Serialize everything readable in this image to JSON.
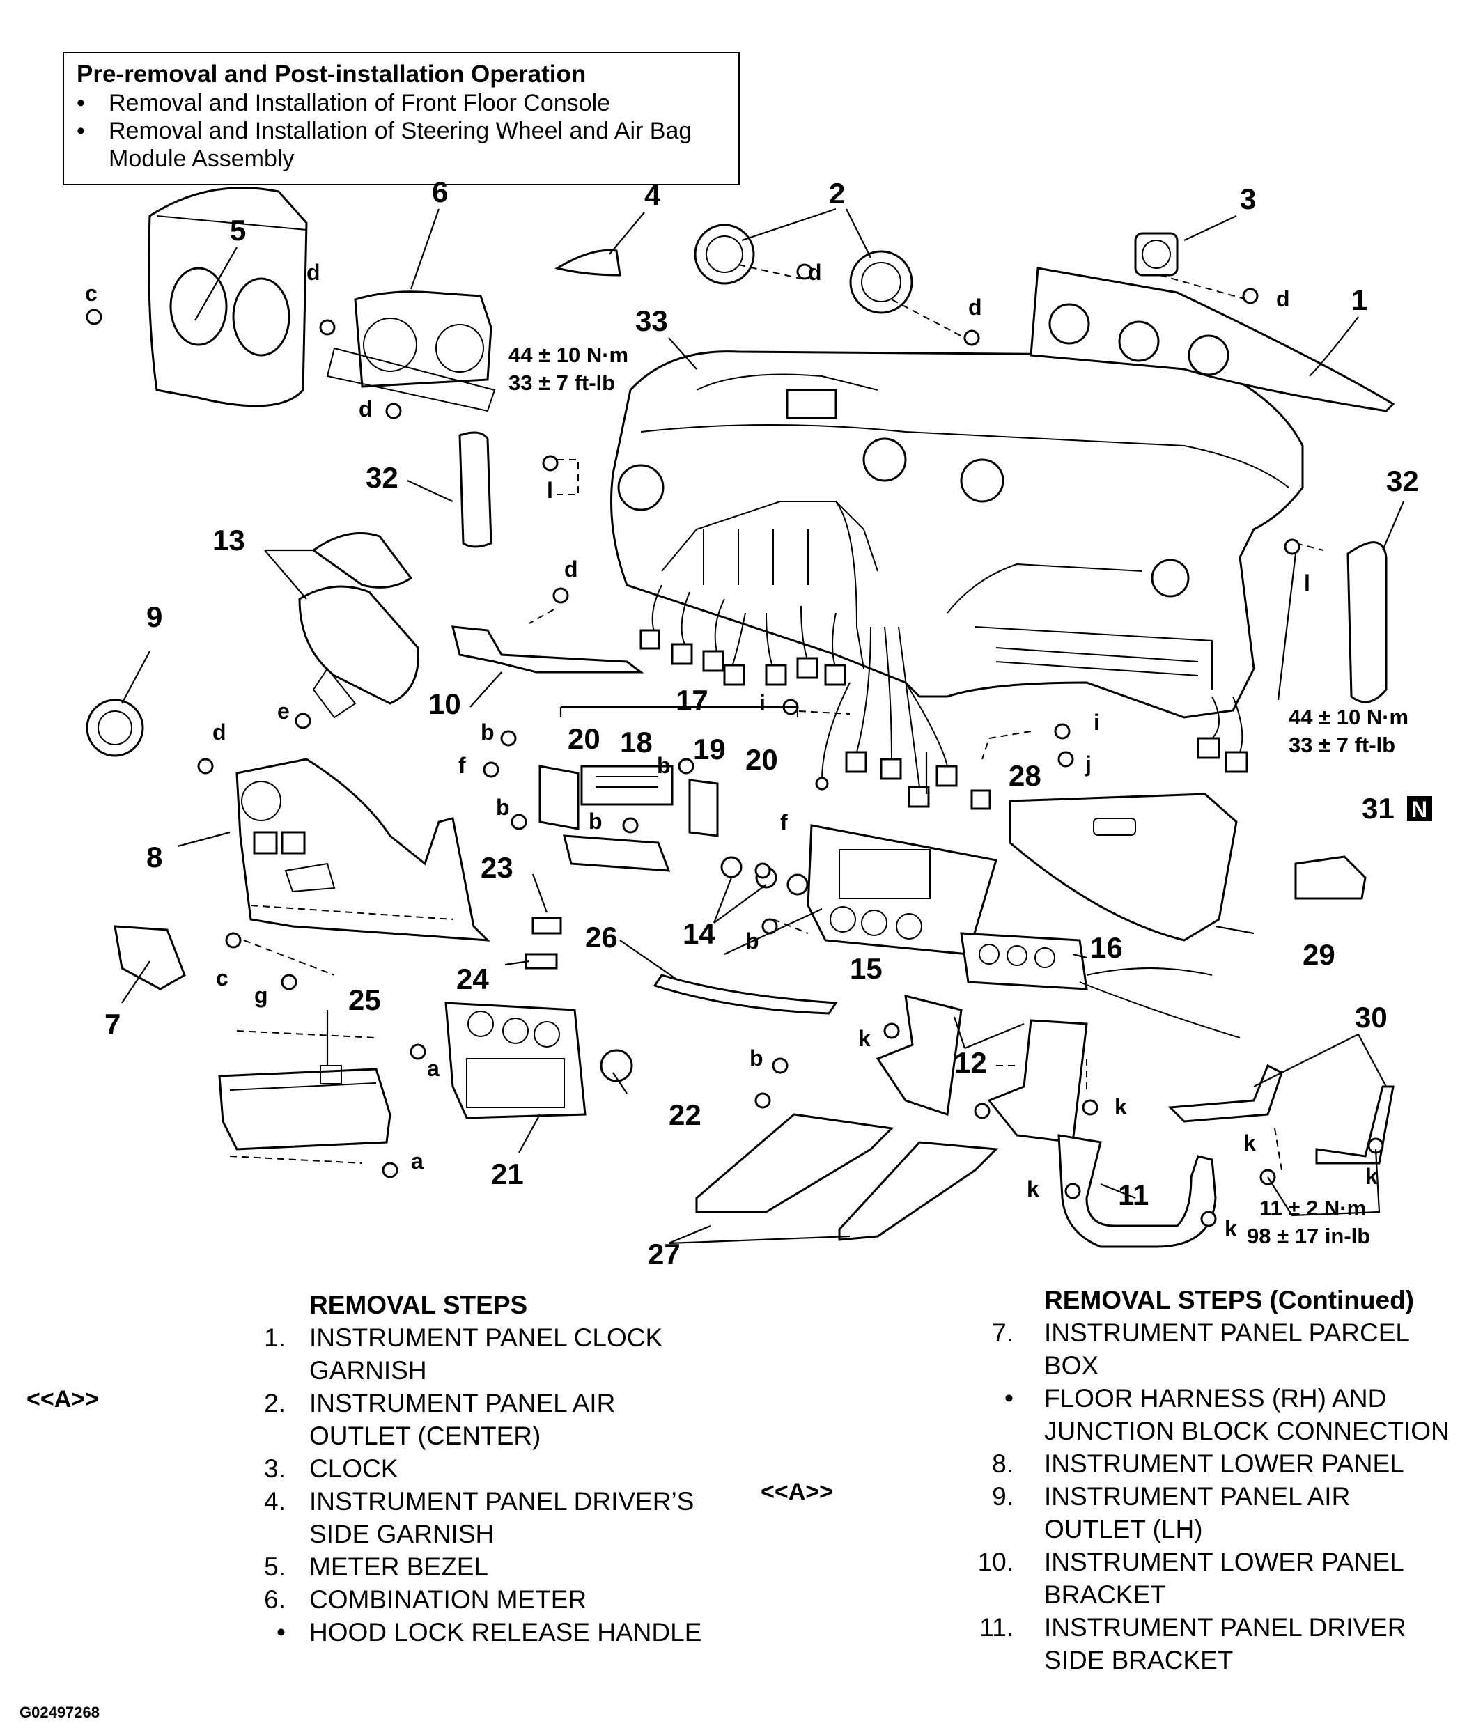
{
  "pre_op": {
    "title": "Pre-removal and Post-installation Operation",
    "items": [
      "Removal and Installation of Front Floor Console",
      "Removal and Installation of Steering Wheel and Air Bag",
      "Module Assembly"
    ]
  },
  "callouts": {
    "c1": "1",
    "c2": "2",
    "c3": "3",
    "c4": "4",
    "c5": "5",
    "c6": "6",
    "c7": "7",
    "c8": "8",
    "c9": "9",
    "c10": "10",
    "c11": "11",
    "c12": "12",
    "c13": "13",
    "c14": "14",
    "c15": "15",
    "c16": "16",
    "c17": "17",
    "c18": "18",
    "c19": "19",
    "c20a": "20",
    "c20b": "20",
    "c21": "21",
    "c22": "22",
    "c23": "23",
    "c24": "24",
    "c25": "25",
    "c26": "26",
    "c27": "27",
    "c28": "28",
    "c29": "29",
    "c30": "30",
    "c31": "31",
    "c32a": "32",
    "c32b": "32",
    "c33": "33"
  },
  "letters": {
    "a": "a",
    "b": "b",
    "c": "c",
    "d": "d",
    "e": "e",
    "f": "f",
    "g": "g",
    "i": "i",
    "j": "j",
    "k": "k",
    "l": "l",
    "n": "N"
  },
  "torque": {
    "t1_nm": "44 ± 10 N·m",
    "t1_ftlb": "33 ± 7 ft-lb",
    "t3_nm": "11 ± 2 N·m",
    "t3_inlb": "98 ± 17 in-lb"
  },
  "steps_left": {
    "header": "REMOVAL STEPS",
    "ref": "<<A>>",
    "rows": [
      {
        "num": "1.",
        "text": "INSTRUMENT PANEL CLOCK"
      },
      {
        "num": "",
        "text": "GARNISH"
      },
      {
        "num": "2.",
        "text": "INSTRUMENT PANEL AIR"
      },
      {
        "num": "",
        "text": "OUTLET (CENTER)"
      },
      {
        "num": "3.",
        "text": "CLOCK"
      },
      {
        "num": "4.",
        "text": "INSTRUMENT PANEL DRIVER’S"
      },
      {
        "num": "",
        "text": "SIDE GARNISH"
      },
      {
        "num": "5.",
        "text": "METER BEZEL"
      },
      {
        "num": "6.",
        "text": "COMBINATION METER"
      },
      {
        "num": "•",
        "text": "HOOD LOCK RELEASE HANDLE"
      }
    ]
  },
  "steps_right": {
    "header": "REMOVAL STEPS (Continued)",
    "ref": "<<A>>",
    "rows": [
      {
        "num": "7.",
        "text": "INSTRUMENT PANEL PARCEL"
      },
      {
        "num": "",
        "text": "BOX"
      },
      {
        "num": "•",
        "text": "FLOOR HARNESS (RH) AND"
      },
      {
        "num": "",
        "text": "JUNCTION BLOCK CONNECTION"
      },
      {
        "num": "8.",
        "text": "INSTRUMENT LOWER PANEL"
      },
      {
        "num": "9.",
        "text": "INSTRUMENT PANEL AIR"
      },
      {
        "num": "",
        "text": "OUTLET (LH)"
      },
      {
        "num": "10.",
        "text": "INSTRUMENT LOWER PANEL"
      },
      {
        "num": "",
        "text": "BRACKET"
      },
      {
        "num": "11.",
        "text": "INSTRUMENT PANEL DRIVER"
      },
      {
        "num": "",
        "text": "SIDE BRACKET"
      }
    ]
  },
  "figure_id": "G02497268"
}
